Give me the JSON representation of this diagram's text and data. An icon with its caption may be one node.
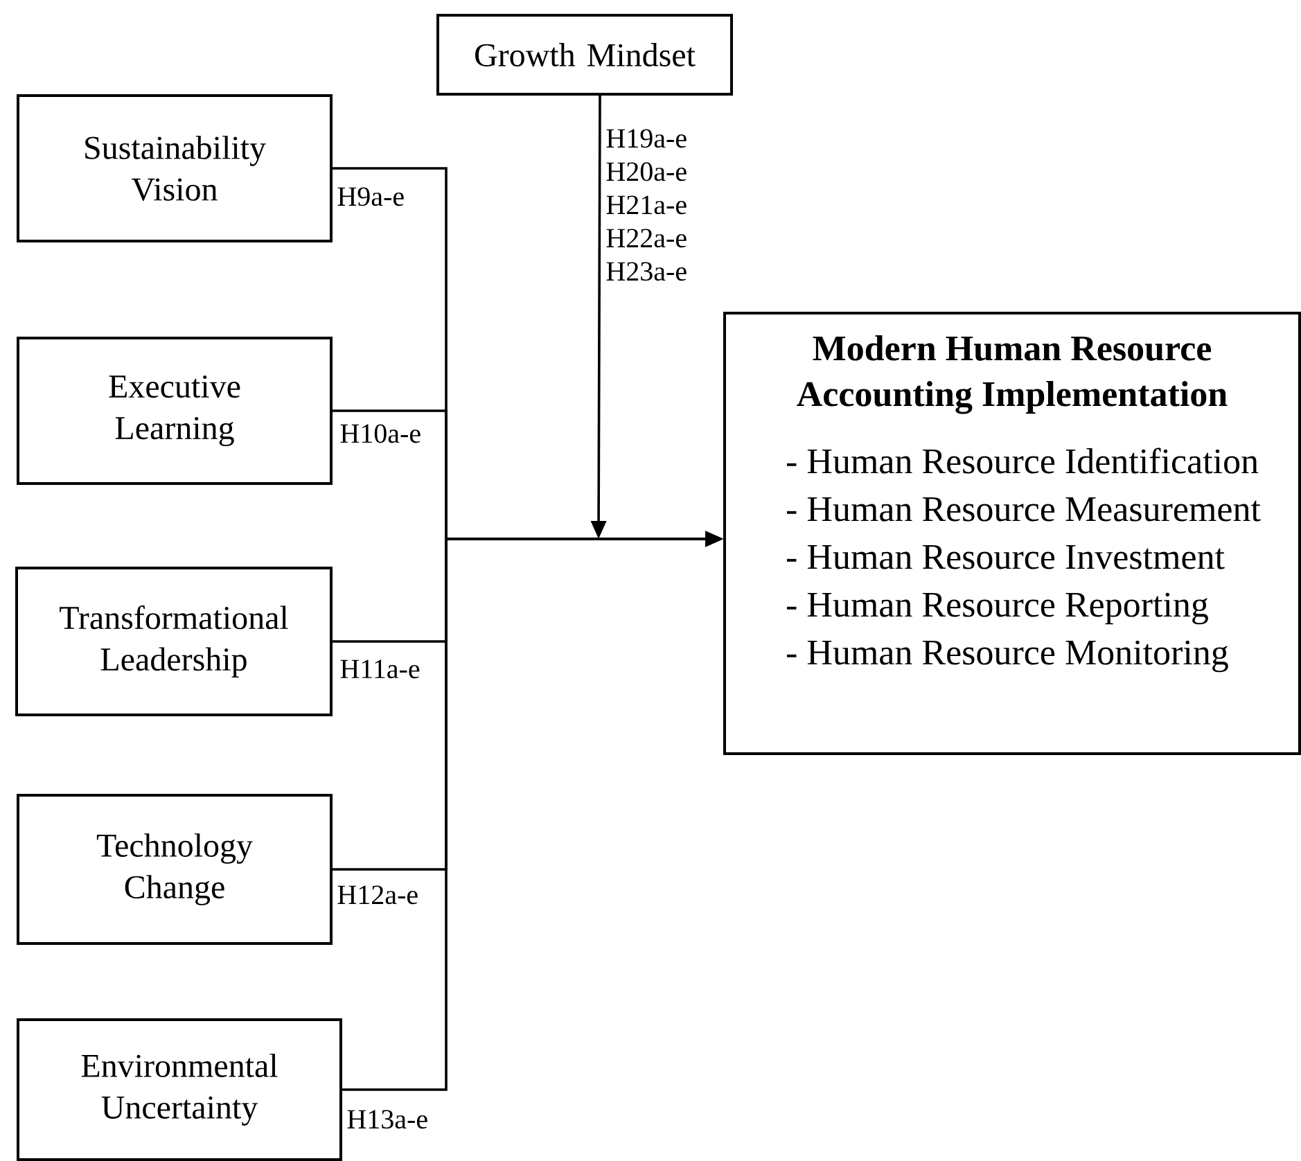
{
  "diagram": {
    "nodes": [
      {
        "text": [
          "Growth Mindset"
        ]
      },
      {
        "text": [
          "Sustainability Vision"
        ]
      },
      {
        "text": [
          "Executive Learning"
        ]
      },
      {
        "text": [
          "Transformational Leadership"
        ]
      },
      {
        "text": [
          "Technology Change"
        ]
      },
      {
        "text": [
          "Environmental Uncertainty"
        ]
      },
      {
        "text": [
          "Modern Human Resource Accounting Implementation",
          "- Human Resource Identification",
          "- Human Resource Measurement",
          "- Human Resource Investment",
          "- Human Resource Reporting",
          "- Human Resource Monitoring"
        ]
      }
    ],
    "edges": [
      {
        "from": 0,
        "to": null,
        "arrow": "to",
        "label": "H19a-e H20a-e H21a-e H22a-e H23a-e"
      },
      {
        "from": 1,
        "to": 6,
        "arrow": "to",
        "label": "H9a-e"
      },
      {
        "from": 2,
        "to": 6,
        "arrow": "to",
        "label": "H10a-e"
      },
      {
        "from": 3,
        "to": 6,
        "arrow": "to",
        "label": "H11a-e"
      },
      {
        "from": 4,
        "to": 6,
        "arrow": "to",
        "label": "H12a-e"
      },
      {
        "from": 5,
        "to": 6,
        "arrow": "to",
        "label": "H13a-e"
      }
    ]
  }
}
